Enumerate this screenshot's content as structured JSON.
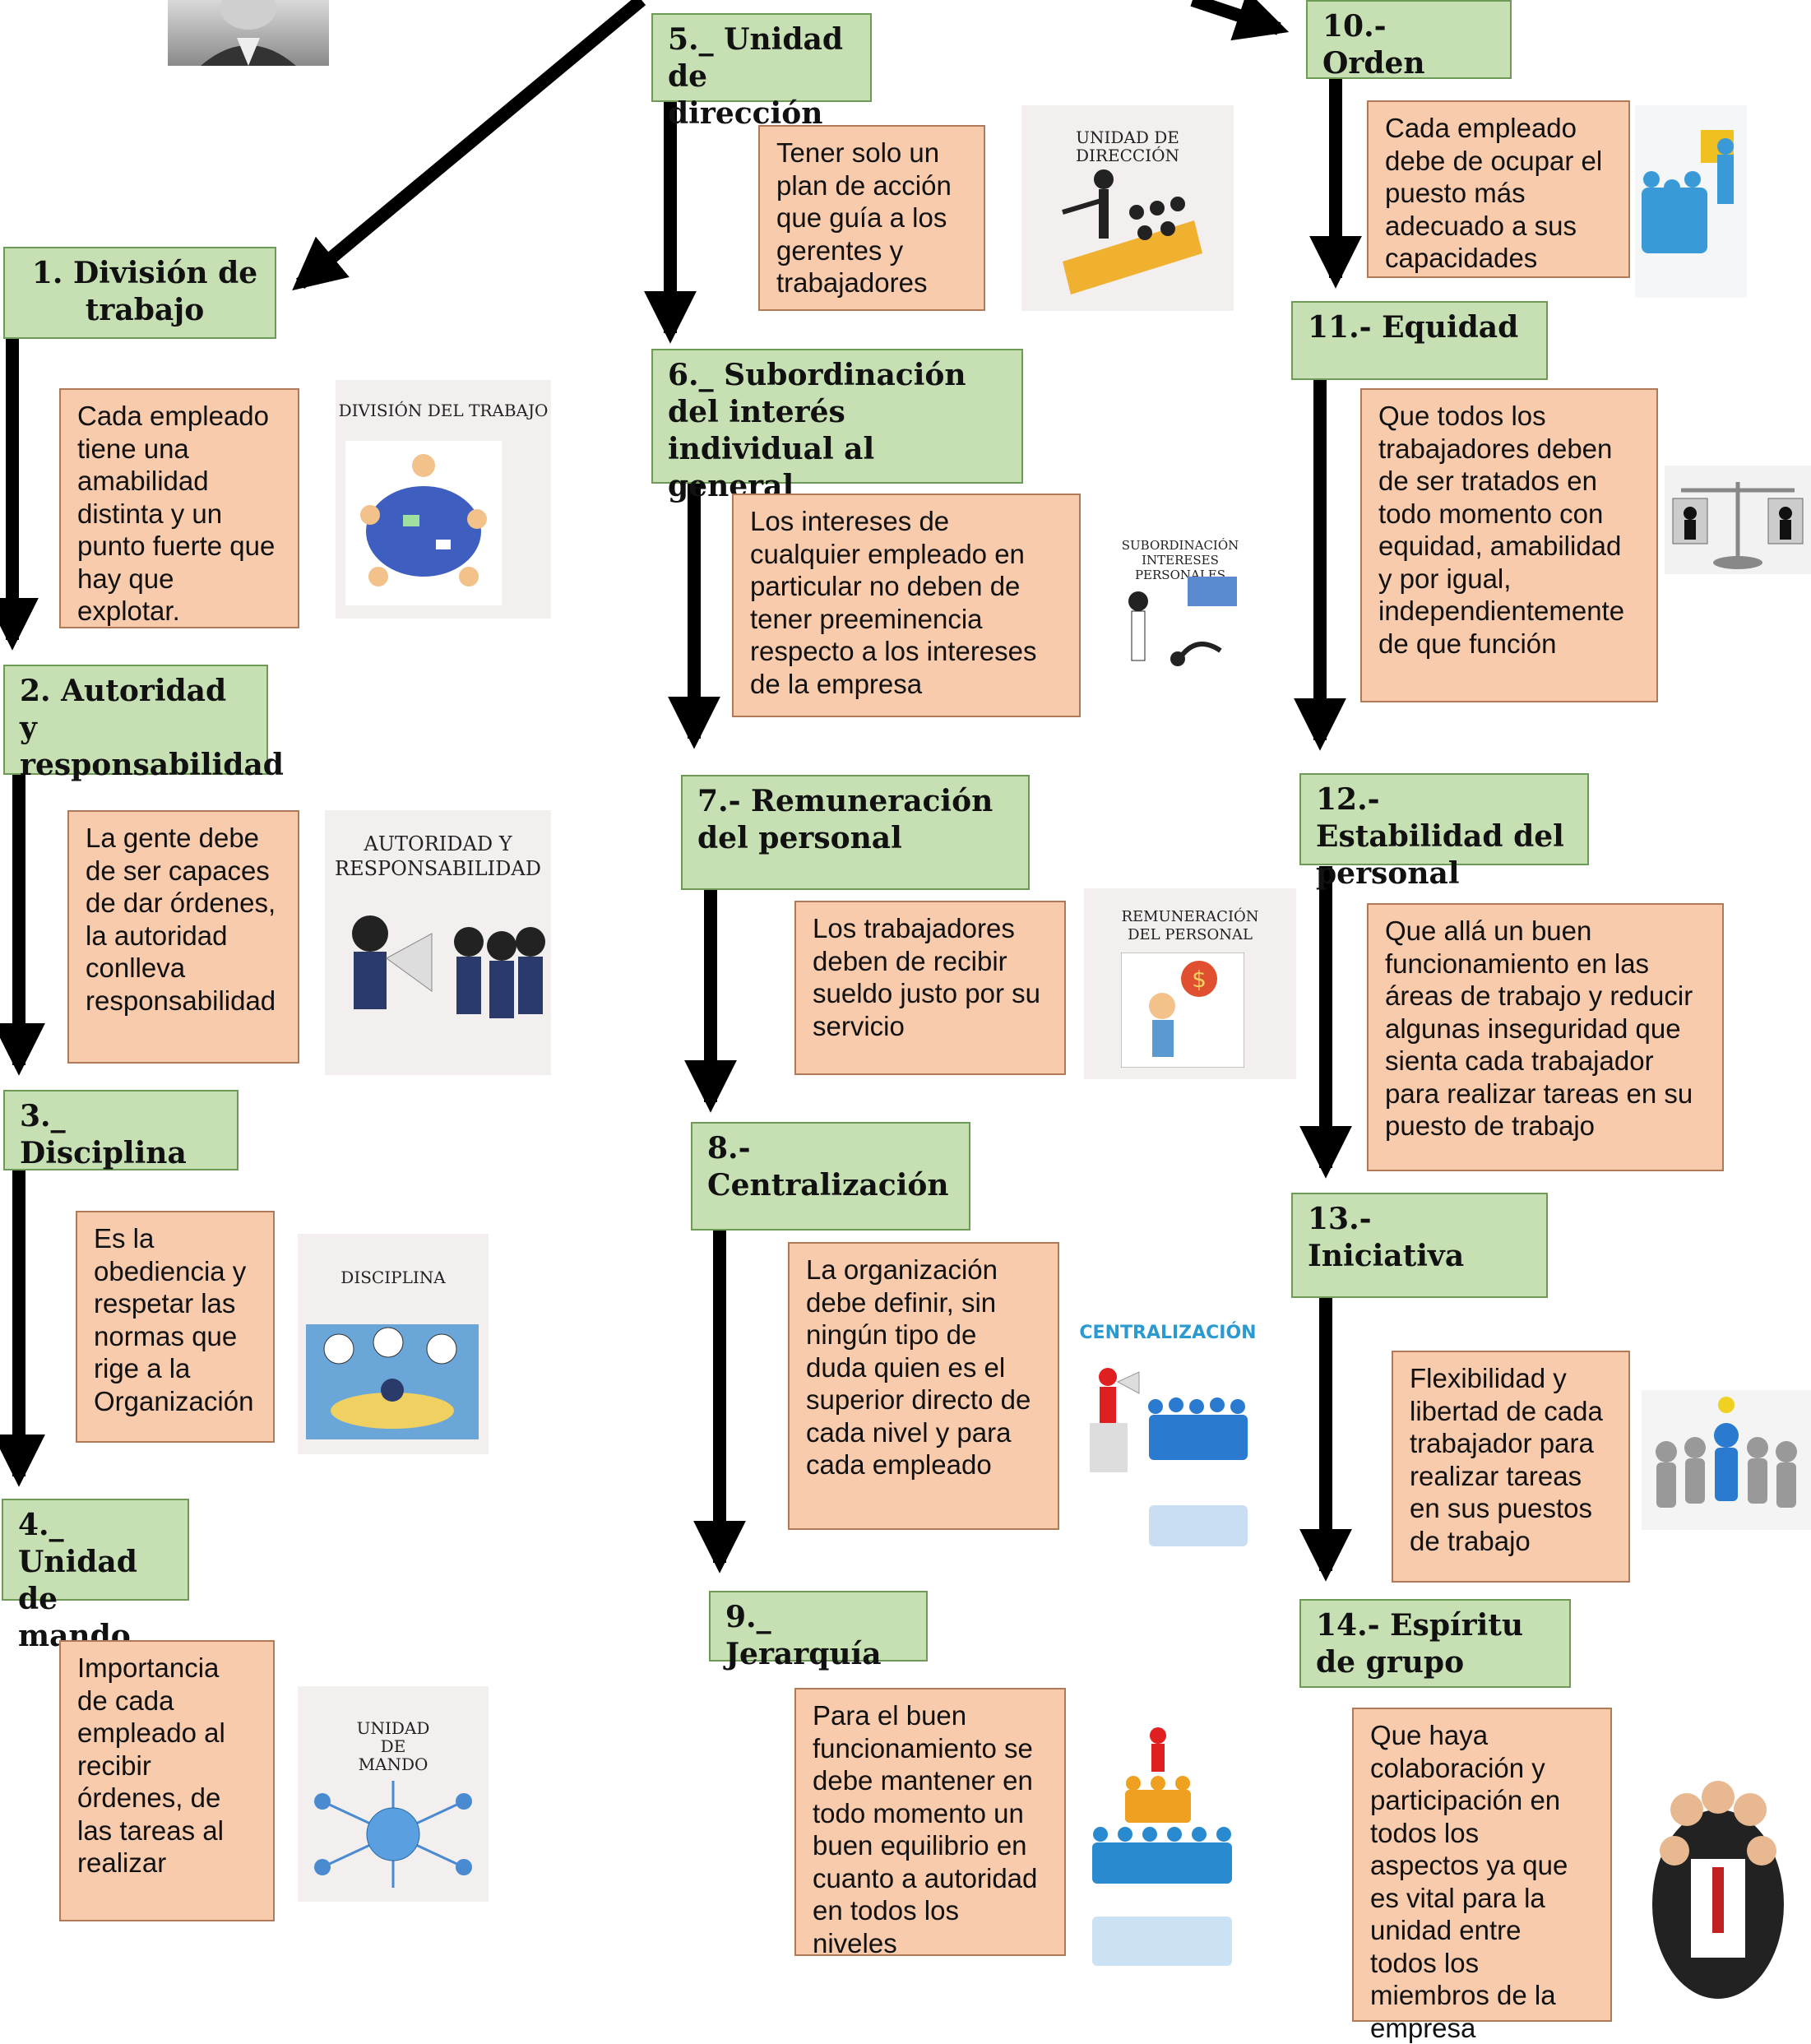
{
  "principles": [
    {
      "id": 1,
      "title": "1. División de trabajo",
      "description": "Cada empleado tiene una amabilidad distinta y un punto fuerte que hay que explotar.",
      "image_caption": "DIVISIÓN DEL TRABAJO"
    },
    {
      "id": 2,
      "title": "2.  Autoridad y responsabilidad",
      "description": "La gente debe de ser capaces de dar órdenes, la autoridad conlleva responsabilidad",
      "image_caption": "AUTORIDAD Y RESPONSABILIDAD"
    },
    {
      "id": 3,
      "title": "3._  Disciplina",
      "description": "Es la obediencia y respetar las normas que rige a la Organización",
      "image_caption": "DISCIPLINA"
    },
    {
      "id": 4,
      "title": "4._ Unidad de mando",
      "description": "Importancia de cada empleado al recibir órdenes,  de las tareas al realizar",
      "image_caption": "UNIDAD DE MANDO"
    },
    {
      "id": 5,
      "title": "5._ Unidad de dirección",
      "description": "Tener solo un plan de acción que guía a los gerentes y trabajadores",
      "image_caption": "UNIDAD DE DIRECCIÓN"
    },
    {
      "id": 6,
      "title": "6._ Subordinación del interés individual al general",
      "description": "Los intereses de cualquier empleado en particular no deben de tener preeminencia respecto a los intereses de la empresa",
      "image_caption": "SUBORDINACIÓN INTERESES PERSONALES"
    },
    {
      "id": 7,
      "title": "7.- Remuneración del personal",
      "description": "Los trabajadores deben de recibir sueldo justo por su servicio",
      "image_caption": "REMUNERACIÓN DEL PERSONAL"
    },
    {
      "id": 8,
      "title": "8.- Centralización",
      "description": "La organización debe definir,  sin ningún tipo de duda quien es el superior directo de cada nivel y para cada empleado",
      "image_caption": "CENTRALIZACIÓN"
    },
    {
      "id": 9,
      "title": "9._ Jerarquía",
      "description": "Para el buen funcionamiento se debe mantener en todo momento un buen equilibrio en cuanto a autoridad en todos los niveles",
      "image_caption": ""
    },
    {
      "id": 10,
      "title": "10.- Orden",
      "description": "Cada empleado debe de ocupar el puesto más adecuado a sus capacidades",
      "image_caption": ""
    },
    {
      "id": 11,
      "title": "11.- Equidad",
      "description": "Que todos los trabajadores deben de ser tratados en todo momento con equidad,  amabilidad y por igual, independientemente de que función",
      "image_caption": ""
    },
    {
      "id": 12,
      "title": "12.- Estabilidad del personal",
      "description": "Que allá un buen funcionamiento en las áreas de trabajo y reducir algunas inseguridad que sienta cada trabajador para realizar tareas en su puesto de trabajo",
      "image_caption": ""
    },
    {
      "id": 13,
      "title": "13.-  Iniciativa",
      "description": "Flexibilidad y libertad de cada trabajador para realizar tareas en sus puestos de trabajo",
      "image_caption": ""
    },
    {
      "id": 14,
      "title": "14.- Espíritu de grupo",
      "description": "Que haya colaboración y participación en todos los aspectos ya que es vital para la unidad entre todos los miembros de la empresa",
      "image_caption": ""
    }
  ],
  "colors": {
    "title_fill": "#c6e0b4",
    "desc_fill": "#f8cbad",
    "arrow": "#000000"
  }
}
